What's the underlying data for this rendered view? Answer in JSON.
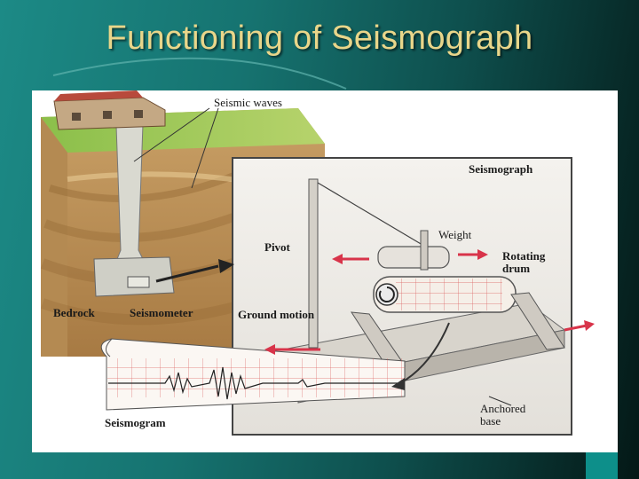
{
  "slide": {
    "title": "Functioning of Seismograph"
  },
  "diagram": {
    "labels": {
      "seismic_waves": "Seismic waves",
      "seismograph": "Seismograph",
      "weight": "Weight",
      "pivot": "Pivot",
      "rotating_drum_line1": "Rotating",
      "rotating_drum_line2": "drum",
      "bedrock": "Bedrock",
      "seismometer": "Seismometer",
      "ground_motion": "Ground motion",
      "seismogram": "Seismogram",
      "anchored_base_line1": "Anchored",
      "anchored_base_line2": "base"
    }
  },
  "colors": {
    "title": "#e9d68a",
    "arrow_red": "#d8344a",
    "arrow_black": "#222222",
    "grid_red": "#d85050"
  }
}
